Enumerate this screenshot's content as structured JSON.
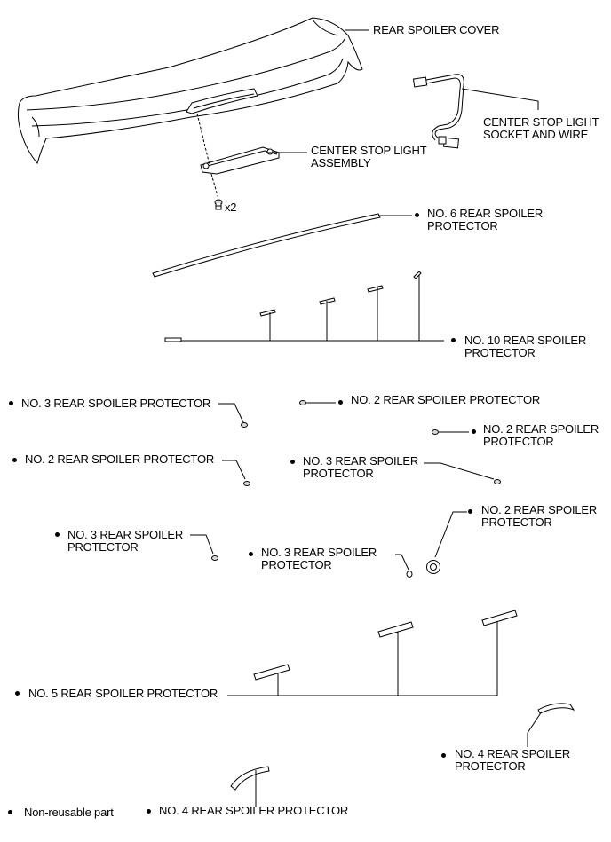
{
  "callouts": {
    "rear_spoiler_cover": "REAR SPOILER COVER",
    "center_stop_light_socket_wire": [
      "CENTER STOP LIGHT",
      "SOCKET AND WIRE"
    ],
    "center_stop_light_assembly": [
      "CENTER STOP LIGHT",
      "ASSEMBLY"
    ],
    "screw_qty": "x2",
    "no6_protector": [
      "NO. 6 REAR SPOILER",
      "PROTECTOR"
    ],
    "no10_protector": [
      "NO. 10 REAR SPOILER",
      "PROTECTOR"
    ],
    "no3_protector_left_top": "NO. 3 REAR SPOILER PROTECTOR",
    "no2_protector_center_top": "NO. 2 REAR SPOILER PROTECTOR",
    "no2_protector_right_top": [
      "NO. 2 REAR SPOILER",
      "PROTECTOR"
    ],
    "no2_protector_left_mid": "NO. 2 REAR SPOILER PROTECTOR",
    "no3_protector_center_mid": [
      "NO. 3 REAR SPOILER",
      "PROTECTOR"
    ],
    "no2_protector_right_mid": [
      "NO. 2 REAR SPOILER",
      "PROTECTOR"
    ],
    "no3_protector_left_low": [
      "NO. 3 REAR SPOILER",
      "PROTECTOR"
    ],
    "no3_protector_center_low": [
      "NO. 3 REAR SPOILER",
      "PROTECTOR"
    ],
    "no5_protector": "NO. 5 REAR SPOILER PROTECTOR",
    "no4_protector_right": [
      "NO. 4 REAR SPOILER",
      "PROTECTOR"
    ],
    "no4_protector_bottom": "NO. 4 REAR SPOILER PROTECTOR"
  },
  "legend": {
    "non_reusable": "Non-reusable part"
  }
}
